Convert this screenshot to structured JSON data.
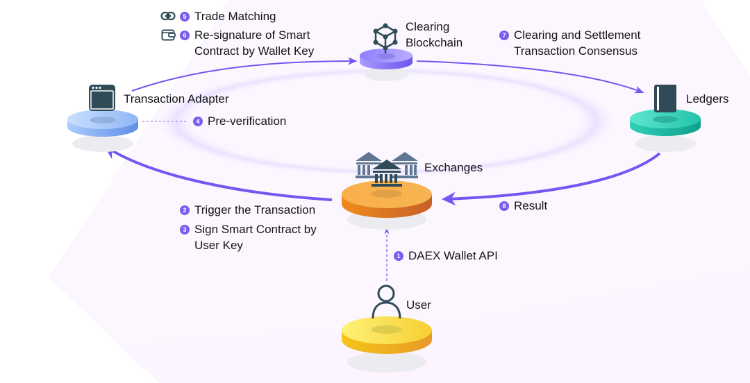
{
  "colors": {
    "accent": "#7b5cf0",
    "arrow": "#7357f0",
    "icon_dark": "#2f4b57",
    "icon_mid": "#5a6f8f",
    "platform_blockchain": [
      "#b3a8ff",
      "#7a63ee"
    ],
    "platform_adapter": [
      "#b9d8ff",
      "#6d9ae8"
    ],
    "platform_ledgers": [
      "#4fe0c6",
      "#10a895"
    ],
    "platform_exchanges": [
      "#fbbf57",
      "#e07a1a"
    ],
    "platform_user": [
      "#ffea6e",
      "#f0b018"
    ],
    "background_tint": "#fcf6ff"
  },
  "nodes": {
    "blockchain": {
      "label_line1": "Clearing",
      "label_line2": "Blockchain",
      "icon": "cube-network-icon"
    },
    "adapter": {
      "label": "Transaction Adapter",
      "icon": "browser-window-icon"
    },
    "ledgers": {
      "label": "Ledgers",
      "icon": "book-icon"
    },
    "exchanges": {
      "label": "Exchanges",
      "icon": "bank-buildings-icon"
    },
    "user": {
      "label": "User",
      "icon": "user-icon"
    }
  },
  "steps": {
    "s1": {
      "num": "1",
      "text": "DAEX Wallet API"
    },
    "s2": {
      "num": "2",
      "text": "Trigger the Transaction"
    },
    "s3": {
      "num": "3",
      "line1": "Sign Smart Contract by",
      "line2": "User Key"
    },
    "s4": {
      "num": "4",
      "text": "Pre-verification"
    },
    "s5": {
      "num": "5",
      "text": "Trade Matching",
      "icon": "link-icon"
    },
    "s6": {
      "num": "6",
      "line1": "Re-signature of Smart",
      "line2": "Contract by Wallet Key",
      "icon": "wallet-icon"
    },
    "s7": {
      "num": "7",
      "line1": "Clearing and Settlement",
      "line2": "Transaction Consensus"
    },
    "s8": {
      "num": "8",
      "text": "Result"
    }
  }
}
